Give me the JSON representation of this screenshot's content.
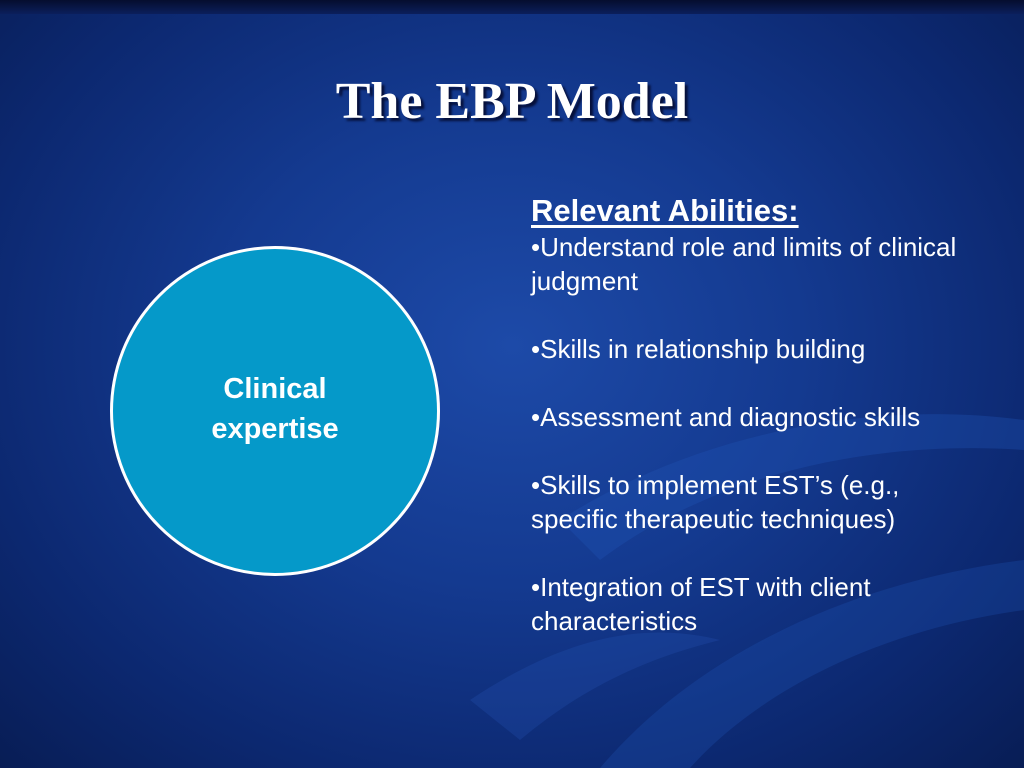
{
  "slide": {
    "title": "The EBP Model",
    "circle": {
      "label": "Clinical expertise",
      "fill_color": "#0599c9",
      "border_color": "#ffffff"
    },
    "abilities": {
      "heading": "Relevant Abilities:",
      "items": [
        "•Understand role and limits of clinical judgment",
        "•Skills in relationship building",
        "•Assessment and diagnostic skills",
        "•Skills to implement EST’s (e.g., specific therapeutic techniques)",
        "•Integration of EST with client characteristics"
      ]
    },
    "colors": {
      "background": "#143a90",
      "text": "#ffffff"
    }
  }
}
